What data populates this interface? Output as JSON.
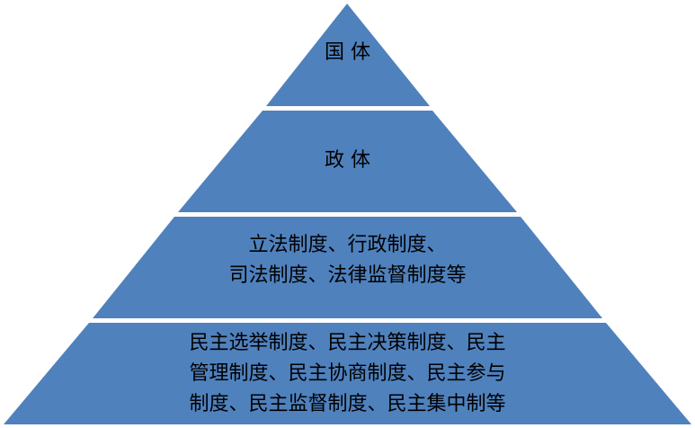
{
  "colors": {
    "fill": "#4f81bd",
    "divider": "#ffffff"
  },
  "pyramid": {
    "tiers": [
      {
        "lines": [
          "国 体"
        ]
      },
      {
        "lines": [
          "政 体"
        ]
      },
      {
        "lines": [
          "立法制度、行政制度、",
          "司法制度、法律监督制度等"
        ]
      },
      {
        "lines": [
          "民主选举制度、民主决策制度、民主",
          "管理制度、民主协商制度、民主参与",
          "制度、民主监督制度、民主集中制等"
        ]
      }
    ]
  }
}
